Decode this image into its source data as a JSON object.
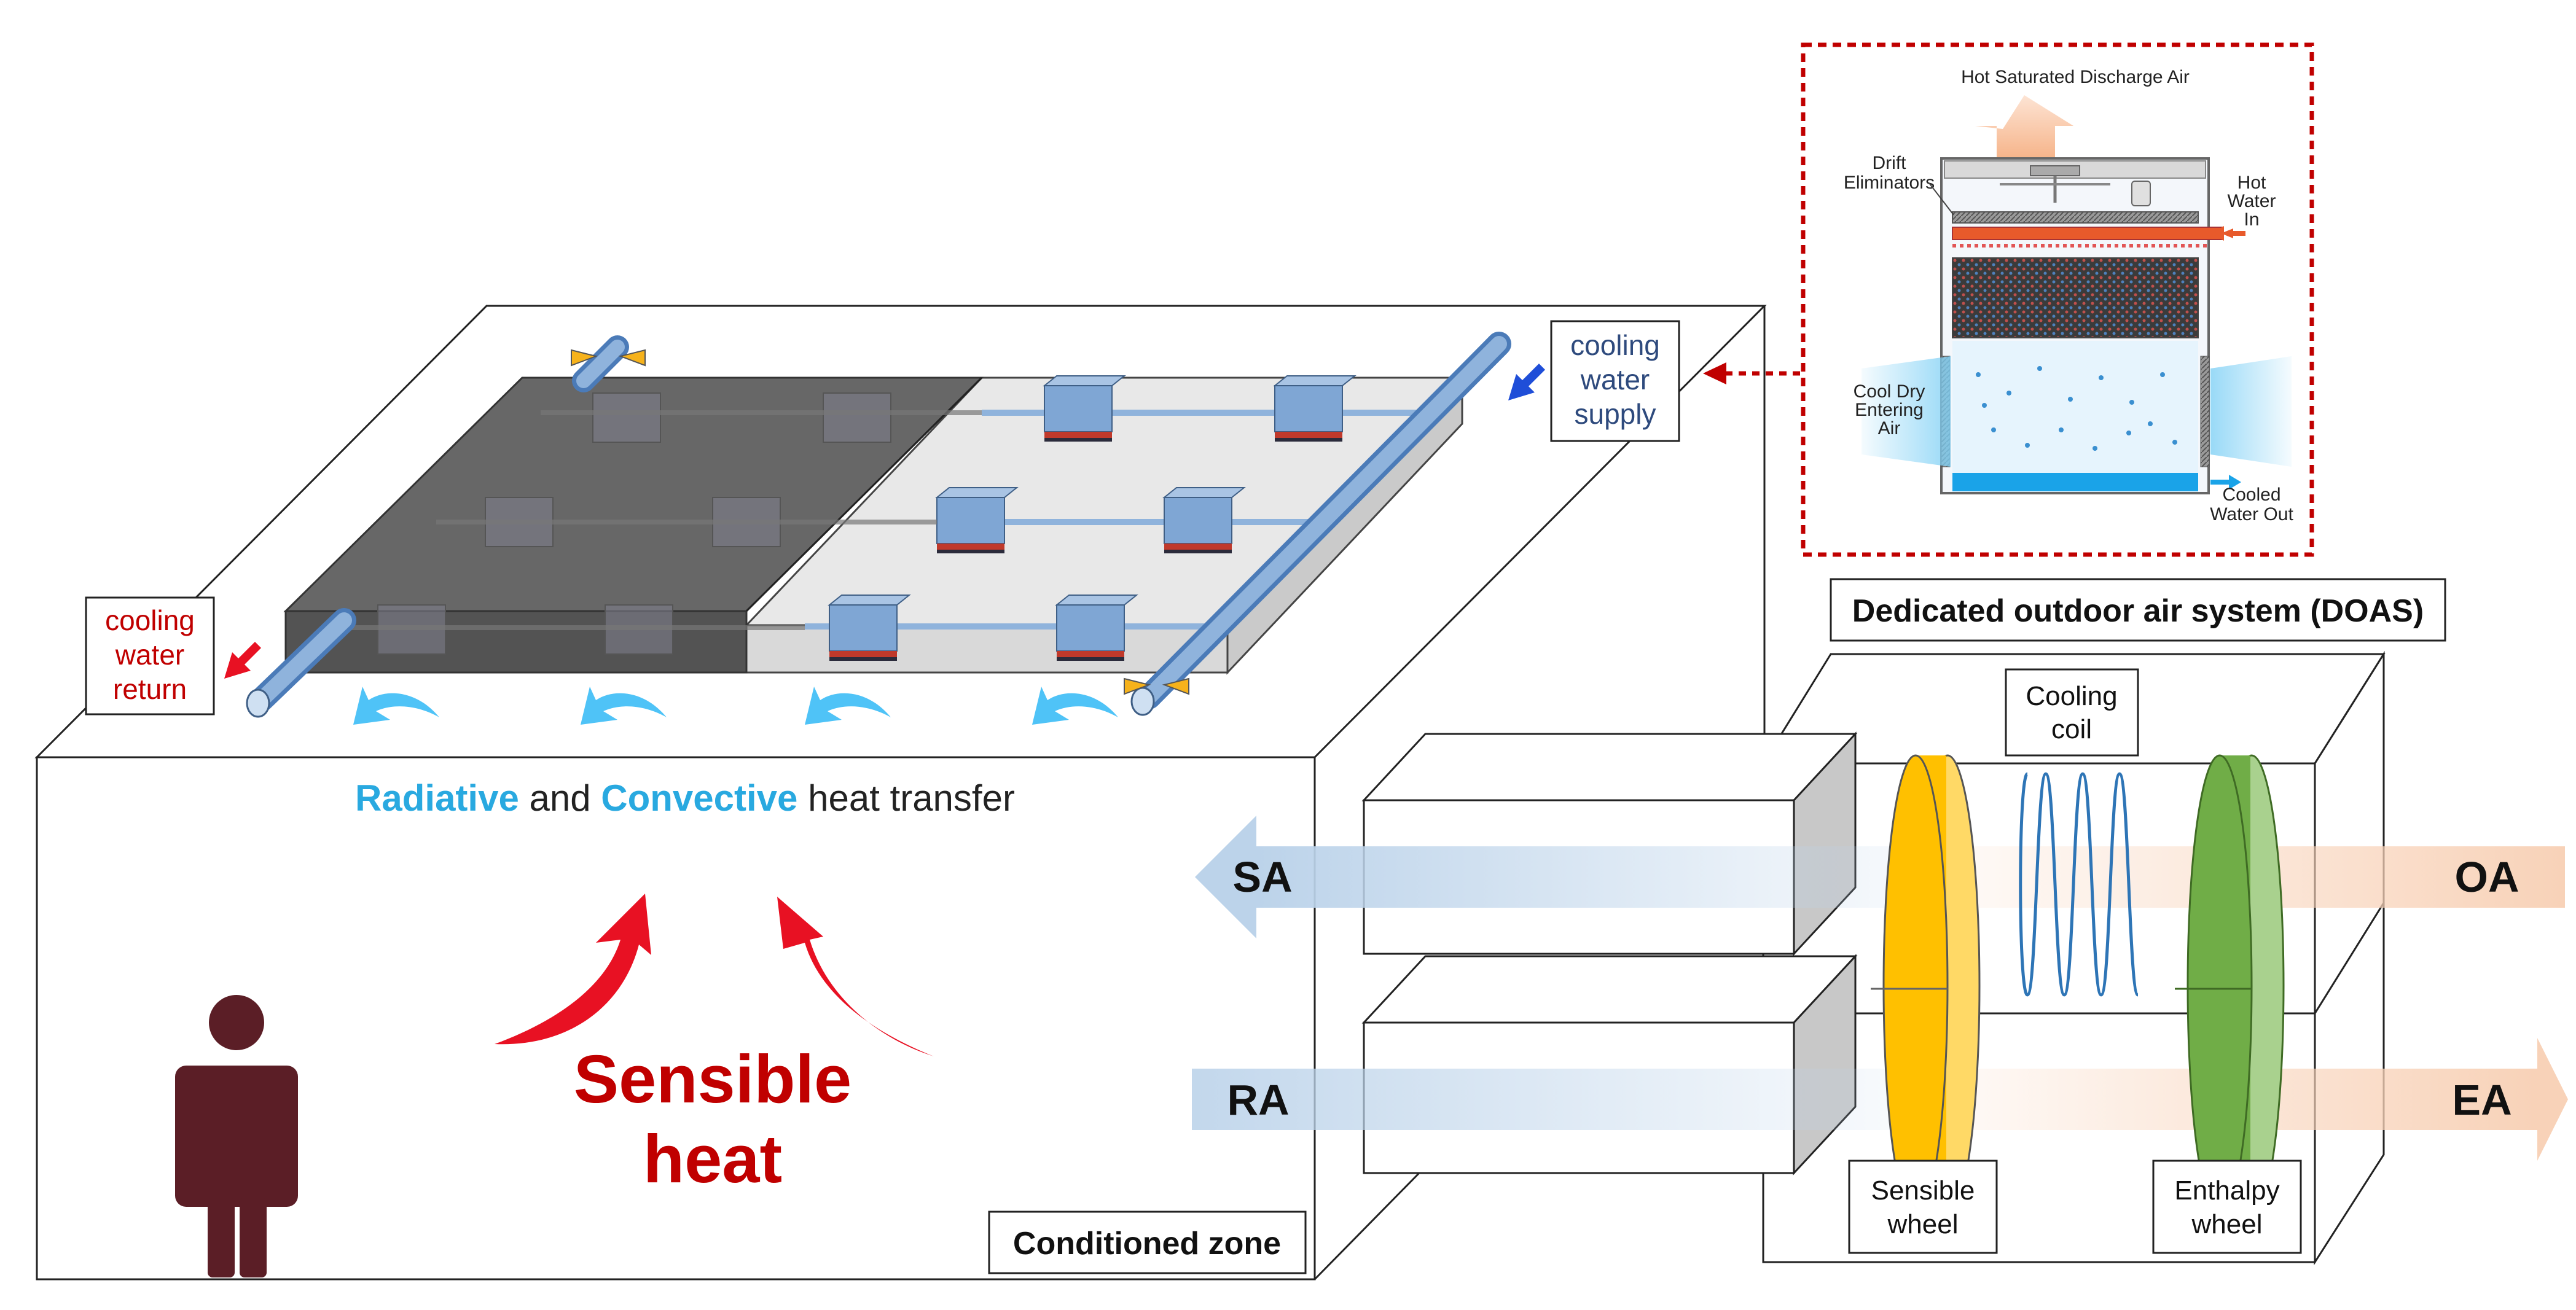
{
  "labels": {
    "cooling_water_return": [
      "cooling",
      "water",
      "return"
    ],
    "cooling_water_supply": [
      "cooling",
      "water",
      "supply"
    ],
    "radiative": "Radiative",
    "and": "and",
    "convective": "Convective",
    "heat_transfer": "heat transfer",
    "sensible_heat": [
      "Sensible",
      "heat"
    ],
    "conditioned_zone": "Conditioned zone",
    "doas_title": "Dedicated outdoor air system (DOAS)",
    "cooling_coil": [
      "Cooling",
      "coil"
    ],
    "sensible_wheel": [
      "Sensible",
      "wheel"
    ],
    "enthalpy_wheel": [
      "Enthalpy",
      "wheel"
    ],
    "sa": "SA",
    "oa": "OA",
    "ra": "RA",
    "ea": "EA"
  },
  "tower": {
    "hot_discharge": "Hot Saturated Discharge Air",
    "drift_eliminators": [
      "Drift",
      "Eliminators"
    ],
    "hot_water_in": [
      "Hot",
      "Water",
      "In"
    ],
    "cool_dry_air": [
      "Cool Dry",
      "Entering",
      "Air"
    ],
    "cooled_water_out": [
      "Cooled",
      "Water Out"
    ]
  },
  "colors": {
    "accent_blue": "#29A9E0",
    "dark_red": "#C00000",
    "text_navy": "#1F3864",
    "pipe_blue": "#6F9BD1",
    "supply_arrow": "#1F4ED8",
    "return_arrow": "#E81123",
    "sensible_wheel": "#FFC000",
    "enthalpy_wheel": "#70AD47",
    "person": "#5B1E26"
  }
}
